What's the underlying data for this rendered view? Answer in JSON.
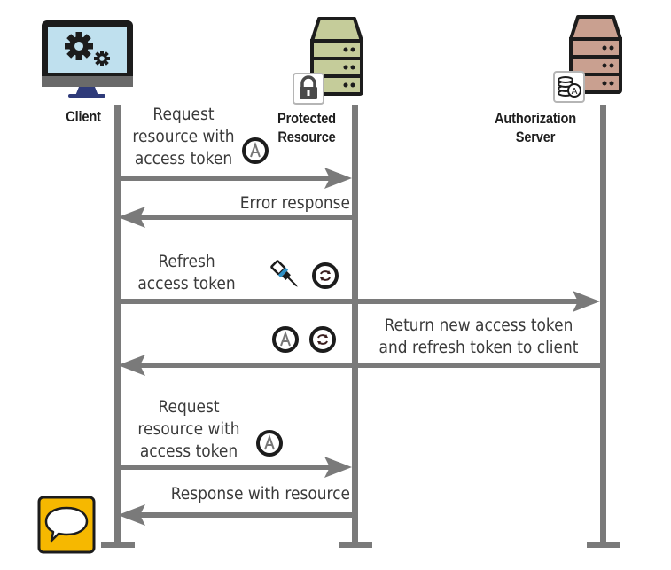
{
  "actors": [
    {
      "id": "client",
      "label": "Client",
      "icon": "computer-gears-icon"
    },
    {
      "id": "protected_resource",
      "label_lines": [
        "Protected",
        "Resource"
      ],
      "icon": "server-icon",
      "badge": "lock-icon",
      "color": "#c5cc9a"
    },
    {
      "id": "authorization_server",
      "label_lines": [
        "Authorization",
        "Server"
      ],
      "icon": "server-icon",
      "badge": "token-stack-icon",
      "color": "#c9a090"
    }
  ],
  "messages": [
    {
      "from": "client",
      "to": "protected_resource",
      "lines": [
        "Request",
        "resource with",
        "access token"
      ],
      "icons": [
        "access-token-icon"
      ]
    },
    {
      "from": "protected_resource",
      "to": "client",
      "lines": [
        "Error response"
      ],
      "icons": []
    },
    {
      "from": "client",
      "to": "authorization_server",
      "lines": [
        "Refresh",
        "access token"
      ],
      "icons": [
        "key-icon",
        "refresh-token-icon"
      ]
    },
    {
      "from": "authorization_server",
      "to": "client",
      "lines": [
        "Return new access token",
        "and refresh token to client"
      ],
      "icons": [
        "access-token-icon",
        "refresh-token-icon"
      ]
    },
    {
      "from": "client",
      "to": "protected_resource",
      "lines": [
        "Request",
        "resource with",
        "access token"
      ],
      "icons": [
        "access-token-icon"
      ]
    },
    {
      "from": "protected_resource",
      "to": "client",
      "lines": [
        "Response with resource"
      ],
      "icons": []
    }
  ],
  "colors": {
    "lifeline": "#7a7a7a",
    "text": "#3a3a3a",
    "screen": "#bfe0ee",
    "stand": "#2f3b7a",
    "chat_badge": "#f6b800"
  },
  "corner_icon": "chat-bubble-icon"
}
